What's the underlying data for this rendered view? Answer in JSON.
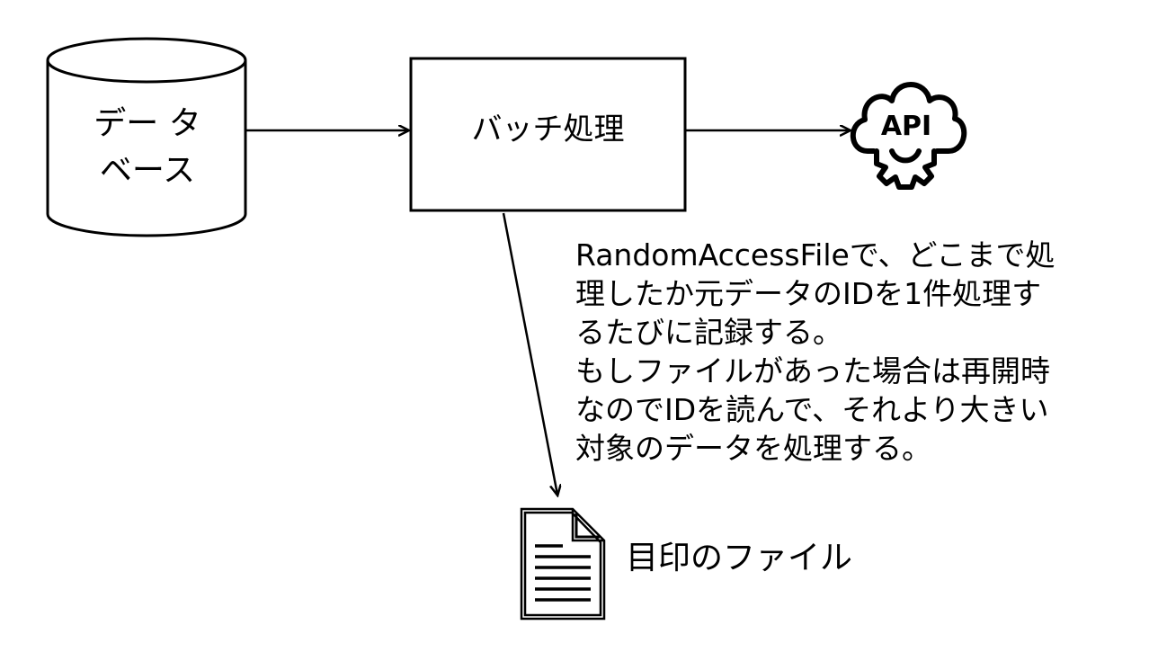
{
  "nodes": {
    "database": {
      "lines": [
        "デー タ",
        "ベース"
      ]
    },
    "batch": {
      "label": "バッチ処理"
    },
    "api": {
      "icon": "api-cloud-gear-icon",
      "icon_text": "API"
    },
    "file": {
      "icon": "document-icon",
      "label": "目印のファイル"
    }
  },
  "note": {
    "lines": [
      "RandomAccessFileで、どこまで処",
      "理したか元データのIDを1件処理す",
      "るたびに記録する。",
      "もしファイルがあった場合は再開時",
      "なのでIDを読んで、それより大きい",
      "対象のデータを処理する。"
    ]
  },
  "colors": {
    "stroke": "#000000",
    "background": "#ffffff"
  }
}
